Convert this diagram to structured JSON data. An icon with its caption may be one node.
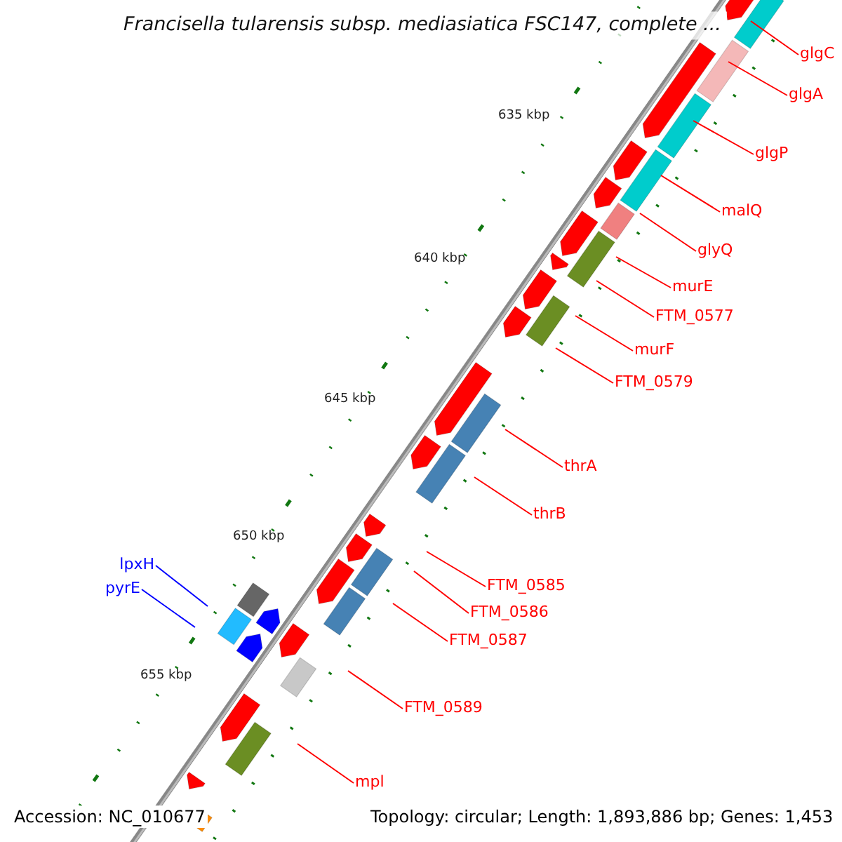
{
  "diagram": {
    "title": "Francisella tularensis subsp. mediasiatica FSC147, complete ...",
    "nodes": [
      {
        "text": [
          "glgC"
        ]
      },
      {
        "text": [
          "glgA"
        ]
      },
      {
        "text": [
          "glgP"
        ]
      },
      {
        "text": [
          "malQ"
        ]
      },
      {
        "text": [
          "glyQ"
        ]
      },
      {
        "text": [
          "murE"
        ]
      },
      {
        "text": [
          "FTM_0577"
        ]
      },
      {
        "text": [
          "murF"
        ]
      },
      {
        "text": [
          "FTM_0579"
        ]
      },
      {
        "text": [
          "thrA"
        ]
      },
      {
        "text": [
          "thrB"
        ]
      },
      {
        "text": [
          "lpxH"
        ]
      },
      {
        "text": [
          "FTM_0585"
        ]
      },
      {
        "text": [
          "pyrE"
        ]
      },
      {
        "text": [
          "FTM_0586"
        ]
      },
      {
        "text": [
          "FTM_0587"
        ]
      },
      {
        "text": [
          "FTM_0589"
        ]
      },
      {
        "text": [
          "mpl"
        ]
      }
    ],
    "edges": [
      {
        "from": 0,
        "to": null,
        "arrow": "none"
      },
      {
        "from": 1,
        "to": null,
        "arrow": "none"
      },
      {
        "from": 2,
        "to": null,
        "arrow": "none"
      },
      {
        "from": 3,
        "to": null,
        "arrow": "none"
      },
      {
        "from": 4,
        "to": null,
        "arrow": "none"
      },
      {
        "from": 5,
        "to": null,
        "arrow": "none"
      },
      {
        "from": 6,
        "to": null,
        "arrow": "none"
      },
      {
        "from": 7,
        "to": null,
        "arrow": "none"
      },
      {
        "from": 8,
        "to": null,
        "arrow": "none"
      },
      {
        "from": 9,
        "to": null,
        "arrow": "none"
      },
      {
        "from": 10,
        "to": null,
        "arrow": "none"
      },
      {
        "from": 11,
        "to": null,
        "arrow": "none",
        "color": "#0000ff"
      },
      {
        "from": 12,
        "to": null,
        "arrow": "none"
      },
      {
        "from": 13,
        "to": null,
        "arrow": "none",
        "color": "#0000ff"
      },
      {
        "from": 14,
        "to": null,
        "arrow": "none"
      },
      {
        "from": 15,
        "to": null,
        "arrow": "none"
      },
      {
        "from": 16,
        "to": null,
        "arrow": "none"
      },
      {
        "from": 17,
        "to": null,
        "arrow": "none"
      }
    ],
    "labels": [
      "635 kbp",
      "640 kbp",
      "645 kbp",
      "650 kbp",
      "655 kbp",
      "Accession: NC_010677",
      "Topology: circular; Length: 1,893,886 bp; Genes: 1,453"
    ]
  }
}
